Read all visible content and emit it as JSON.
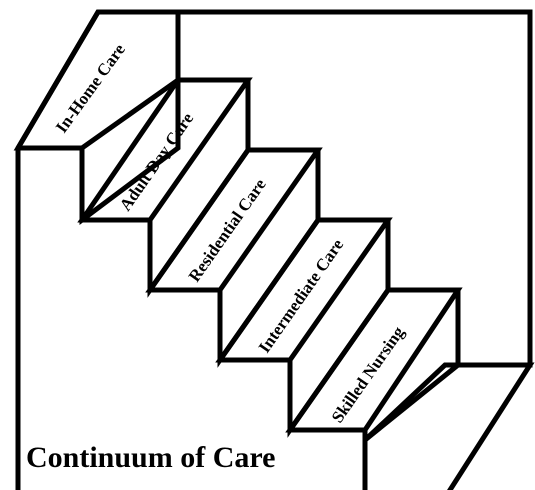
{
  "diagram": {
    "title": "Continuum of Care",
    "steps": [
      {
        "label": "In-Home Care"
      },
      {
        "label": "Adult Day Care"
      },
      {
        "label": "Residential Care"
      },
      {
        "label": "Intermediate Care"
      },
      {
        "label": "Skilled Nursing"
      }
    ]
  },
  "colors": {
    "ink": "#000000",
    "background": "#ffffff"
  }
}
